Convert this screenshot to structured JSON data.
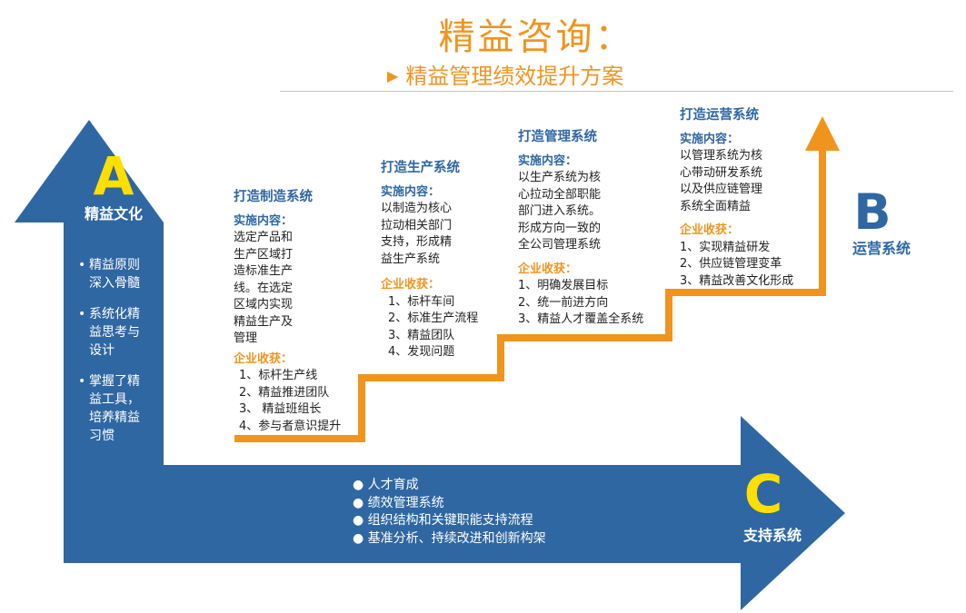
{
  "header": {
    "title": "精益咨询：",
    "subtitle": "精益管理绩效提升方案",
    "subtitle_marker": "▶"
  },
  "colors": {
    "arrow_blue": "#2f67a3",
    "stair_orange": "#f0941e",
    "letter_yellow": "#ffde00",
    "title_orange": "#f0941e"
  },
  "pillar_a": {
    "letter": "A",
    "label": "精益文化",
    "items": [
      {
        "bullet": "•",
        "text": [
          "精益原则",
          "深入骨髓"
        ]
      },
      {
        "bullet": "•",
        "text": [
          "系统化精",
          "益思考与",
          "设计"
        ]
      },
      {
        "bullet": "•",
        "text": [
          "掌握了精",
          "益工具，",
          "培养精益",
          "习惯"
        ]
      }
    ]
  },
  "pillar_b": {
    "letter": "B",
    "label": "运营系统"
  },
  "pillar_c": {
    "letter": "C",
    "label": "支持系统",
    "items": [
      "● 人才育成",
      "● 绩效管理系统",
      "● 组织结构和关键职能支持流程",
      "● 基准分析、持续改进和创新构架"
    ]
  },
  "stages": [
    {
      "title": "打造制造系统",
      "content_label": "实施内容：",
      "content": [
        "选定产品和",
        "生产区域打",
        "造标准生产",
        "线。在选定",
        "区域内实现",
        "精益生产及",
        "管理"
      ],
      "gain_label": "企业收获：",
      "gains": [
        "1、标杆生产线",
        "2、精益推进团队",
        "3、 精益班组长",
        "4、参与者意识提升"
      ]
    },
    {
      "title": "打造生产系统",
      "content_label": "实施内容：",
      "content": [
        "以制造为核心",
        "拉动相关部门",
        "支持，形成精",
        "益生产系统"
      ],
      "gain_label": "企业收获：",
      "gains": [
        "1、标杆车间",
        "2、标准生产流程",
        "3、精益团队",
        "4、发现问题"
      ]
    },
    {
      "title": "打造管理系统",
      "content_label": "实施内容：",
      "content": [
        "以生产系统为核",
        "心拉动全部职能",
        "部门进入系统。",
        "形成方向一致的",
        "全公司管理系统"
      ],
      "gain_label": "企业收获：",
      "gains": [
        "1、明确发展目标",
        "2、统一前进方向",
        "3、精益人才覆盖全系统"
      ]
    },
    {
      "title": "打造运营系统",
      "content_label": "实施内容：",
      "content": [
        "以管理系统为核",
        "心带动研发系统",
        "以及供应链管理",
        "系统全面精益"
      ],
      "gain_label": "企业收获：",
      "gains": [
        "1、实现精益研发",
        "2、供应链管理变革",
        "3、精益改善文化形成"
      ]
    }
  ]
}
